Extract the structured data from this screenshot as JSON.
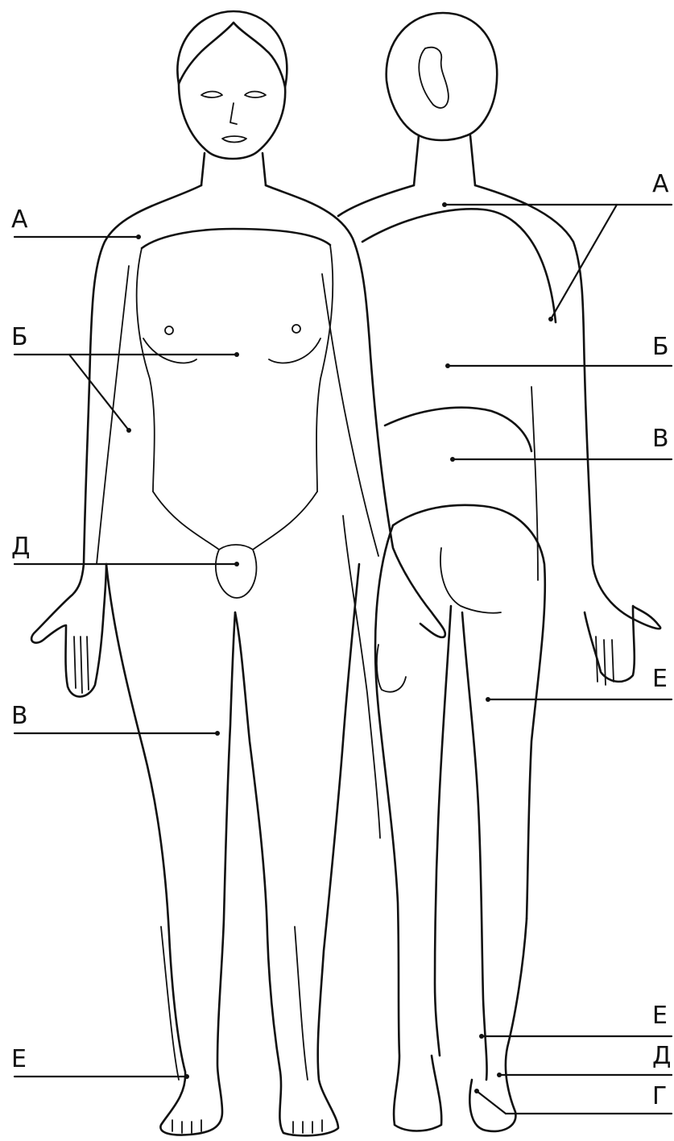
{
  "front_labels": {
    "a": "А",
    "b": "Б",
    "d": "Д",
    "v": "В",
    "e": "Е"
  },
  "back_labels": {
    "a": "А",
    "b": "Б",
    "v": "В",
    "e_thigh": "Е",
    "e_heel": "Е",
    "d_heel": "Д",
    "g_heel": "Г"
  }
}
